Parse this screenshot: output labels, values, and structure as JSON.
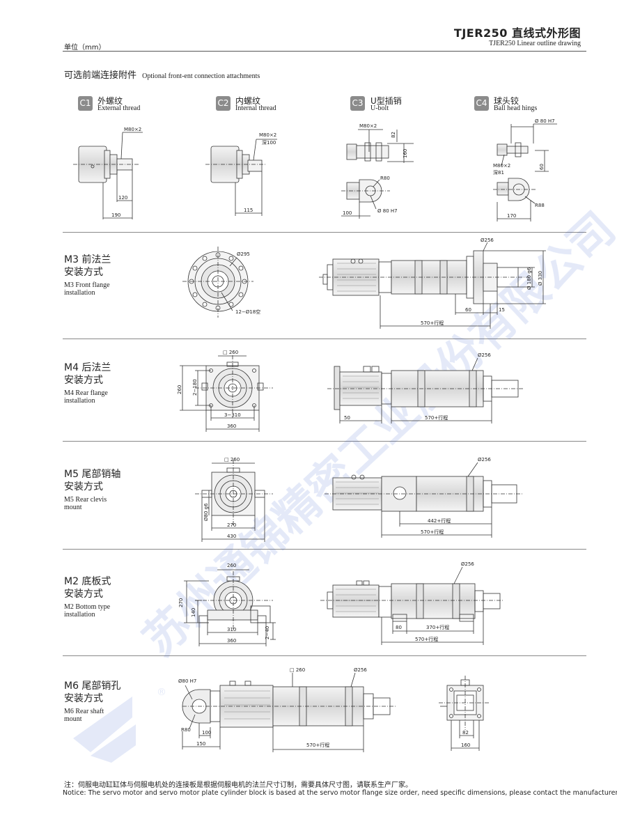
{
  "header": {
    "title": "TJER250 直线式外形图",
    "subtitle": "TJER250 Linear outline drawing",
    "unit": "单位（mm）"
  },
  "watermark": {
    "text": "苏州通锦精密工业股份有限公司",
    "mark": "®"
  },
  "attachments": {
    "title_cn": "可选前端连接附件",
    "title_en": "Optional front-ent connection attachments",
    "items": [
      {
        "code": "C1",
        "cn": "外螺纹",
        "en": "External thread"
      },
      {
        "code": "C2",
        "cn": "内螺纹",
        "en": "Internal thread"
      },
      {
        "code": "C3",
        "cn": "U型插销",
        "en": "U-bolt"
      },
      {
        "code": "C4",
        "cn": "球头铰",
        "en": "Ball head hings"
      }
    ],
    "dims": {
      "c1_thread": "M80×2",
      "c1_a": "120",
      "c1_b": "190",
      "c2_thread": "M80×2",
      "c2_depth": "深100",
      "c2_a": "115",
      "c3_thread": "M80×2",
      "c3_h1": "82",
      "c3_h2": "160",
      "c3_r": "R80",
      "c3_d": "Ø 80 H7",
      "c3_a": "100",
      "c4_d": "Ø 80 H7",
      "c4_thread": "M80×2",
      "c4_depth": "深81",
      "c4_h": "60",
      "c4_r": "R88",
      "c4_a": "170"
    }
  },
  "mounts": [
    {
      "id": "M3",
      "cn1": "M3 前法兰",
      "cn2": "安装方式",
      "en1": "M3 Front flange",
      "en2": "installation",
      "dims": {
        "d_pcd": "Ø295",
        "holes": "12−Ø18空",
        "d_body": "Ø256",
        "d_spigot": "Ø 180 g6",
        "d_flange": "Ø 330",
        "a": "60",
        "b": "15",
        "stroke": "570+行程"
      }
    },
    {
      "id": "M4",
      "cn1": "M4 后法兰",
      "cn2": "安装方式",
      "en1": "M4 Rear flange",
      "en2": "installation",
      "dims": {
        "sq": "□ 260",
        "h": "260",
        "holes_v": "2−180",
        "holes_h": "3−310",
        "w": "360",
        "d_body": "Ø256",
        "a": "50",
        "stroke": "570+行程"
      }
    },
    {
      "id": "M5",
      "cn1": "M5 尾部销轴",
      "cn2": "安装方式",
      "en1": "M5 Rear clevis",
      "en2": "mount",
      "dims": {
        "sq": "□ 260",
        "d_pin": "Ø80 g6",
        "a": "270",
        "w": "430",
        "d_body": "Ø256",
        "s1": "442+行程",
        "stroke": "570+行程"
      }
    },
    {
      "id": "M2",
      "cn1": "M2 底板式",
      "cn2": "安装方式",
      "en1": "M2 Bottom type",
      "en2": "installation",
      "dims": {
        "top": "260",
        "h1": "270",
        "h2": "140",
        "a": "310",
        "w": "360",
        "slots": "2−40",
        "d_body": "Ø256",
        "b": "80",
        "s1": "370+行程",
        "stroke": "570+行程"
      }
    },
    {
      "id": "M6",
      "cn1": "M6 尾部销孔",
      "cn2": "安装方式",
      "en1": "M6 Rear shaft",
      "en2": "mount",
      "dims": {
        "d_hole": "Ø80 H7",
        "r": "R80",
        "a": "100",
        "b": "150",
        "sq": "□ 260",
        "d_body": "Ø256",
        "stroke": "570+行程",
        "h": "82",
        "w": "160"
      }
    }
  ],
  "notes": {
    "cn": "注：伺服电动缸缸体与伺服电机处的连接板是根据伺服电机的法兰尺寸订制，需要具体尺寸图，请联系生产厂家。",
    "en": "Notice: The servo motor and servo motor plate cylinder block is based at the servo motor flange size order, need specific dimensions,  please contact the manufacturer."
  }
}
